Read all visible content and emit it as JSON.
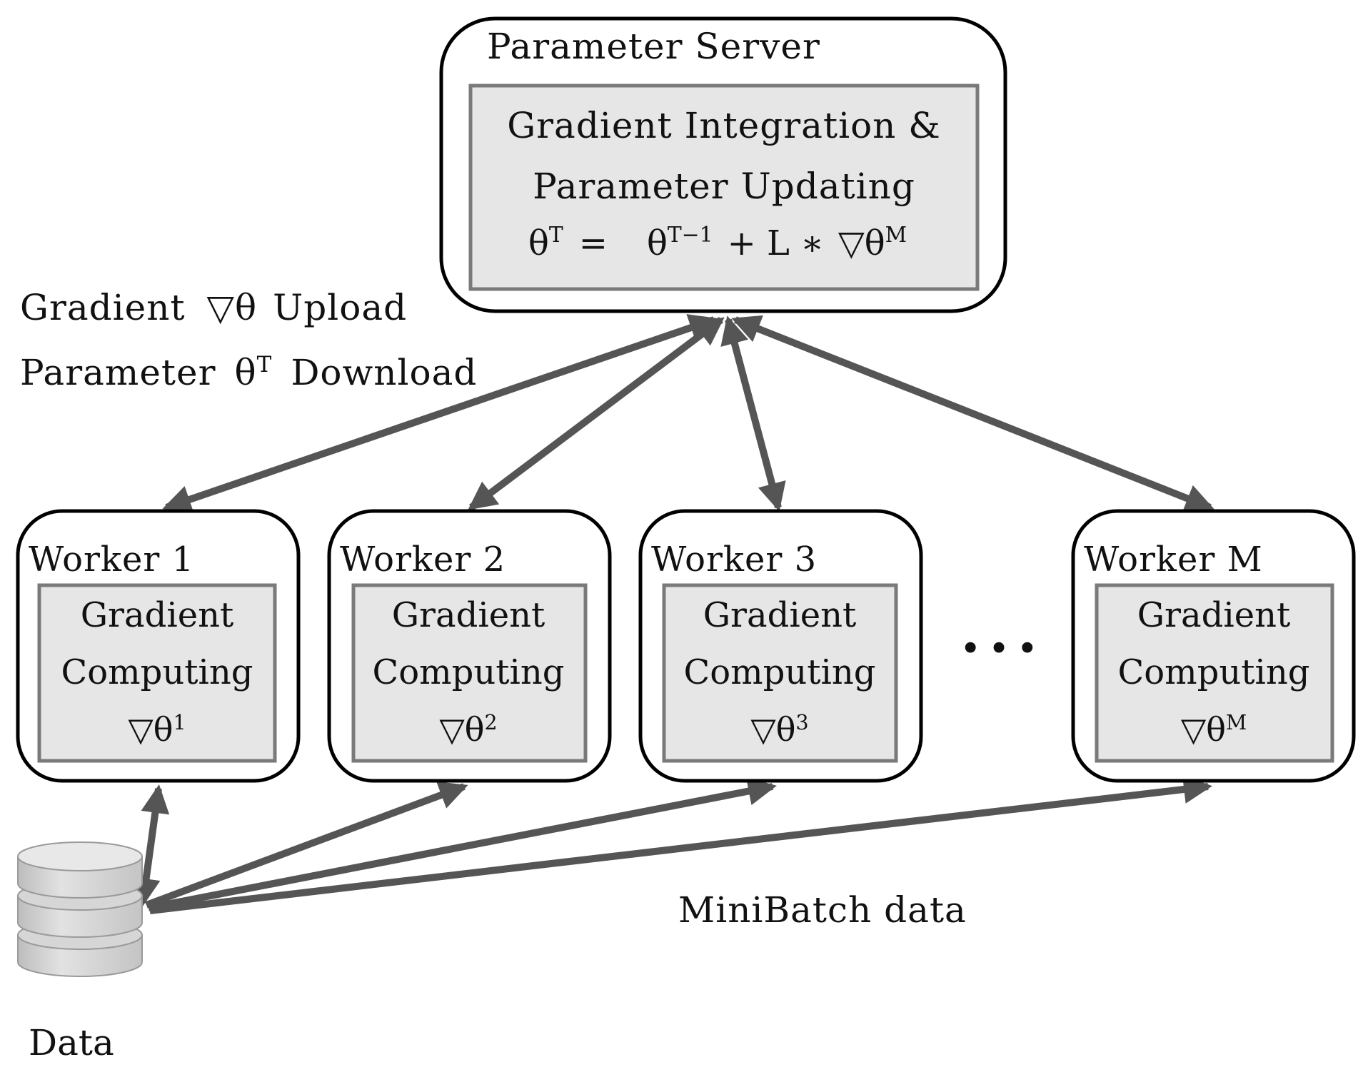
{
  "parameter_server": {
    "title": "Parameter Server",
    "inner_line1": "Gradient Integration &",
    "inner_line2": "Parameter Updating",
    "formula": {
      "theta": "θ",
      "sup_T": "T",
      "equals": "=",
      "theta2": "θ",
      "sup_T_minus_1": "T−1",
      "plus_L_times": "+ L ∗",
      "nabla_theta": "▽θ",
      "sup_M": "M"
    }
  },
  "link_labels": {
    "upload_prefix": "Gradient",
    "upload_symbol": "▽θ",
    "upload_suffix": "Upload",
    "download_prefix": "Parameter",
    "download_theta": "θ",
    "download_sup": "T",
    "download_suffix": "Download"
  },
  "workers": [
    {
      "title": "Worker 1",
      "line1": "Gradient",
      "line2": "Computing",
      "grad": "▽θ",
      "grad_sup": "1"
    },
    {
      "title": "Worker 2",
      "line1": "Gradient",
      "line2": "Computing",
      "grad": "▽θ",
      "grad_sup": "2"
    },
    {
      "title": "Worker 3",
      "line1": "Gradient",
      "line2": "Computing",
      "grad": "▽θ",
      "grad_sup": "3"
    },
    {
      "title": "Worker M",
      "line1": "Gradient",
      "line2": "Computing",
      "grad": "▽θ",
      "grad_sup": "M"
    }
  ],
  "ellipsis": "···",
  "data_label": "Data",
  "minibatch_label": "MiniBatch data",
  "colors": {
    "arrow": "#555555",
    "inner_box_fill": "#e6e6e6",
    "inner_box_stroke": "#7a7a7a",
    "outer_box_stroke": "#000000",
    "database_fill": "#d3d3d3"
  },
  "icons": {
    "database": "database-icon"
  }
}
